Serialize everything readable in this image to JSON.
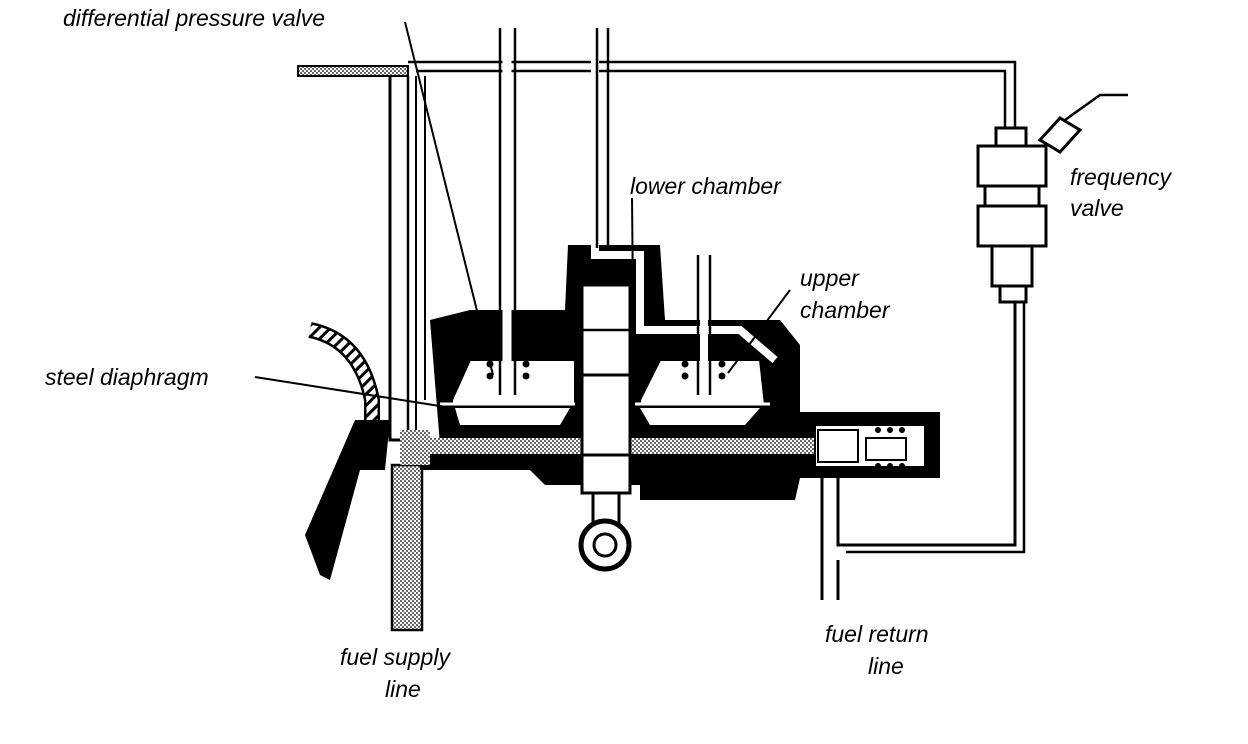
{
  "labels": {
    "differential_pressure_valve": "differential pressure valve",
    "lower_chamber": "lower chamber",
    "upper_chamber_line1": "upper",
    "upper_chamber_line2": "chamber",
    "frequency_valve_line1": "frequency",
    "frequency_valve_line2": "valve",
    "steel_diaphragm": "steel diaphragm",
    "fuel_supply_line1": "fuel supply",
    "fuel_supply_line2": "line",
    "fuel_return_line1": "fuel return",
    "fuel_return_line2": "line"
  },
  "colors": {
    "ink": "#000000",
    "paper": "#ffffff"
  }
}
